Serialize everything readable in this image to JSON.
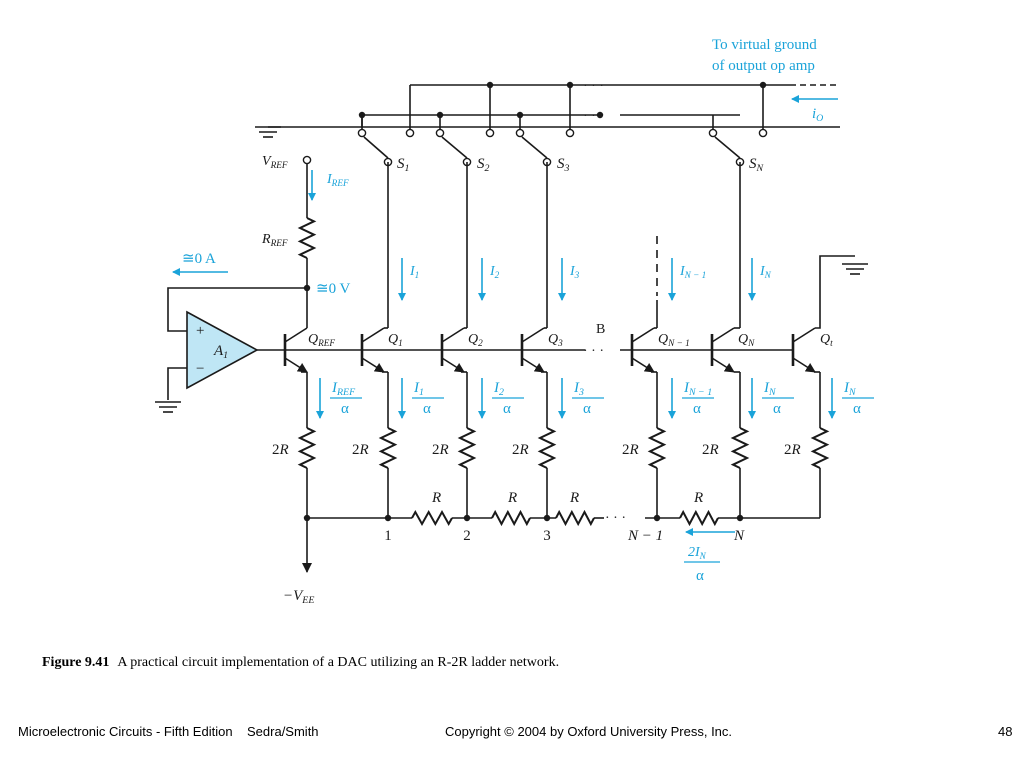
{
  "labels": {
    "to_virtual_ground_1": "To virtual ground",
    "to_virtual_ground_2": "of output op amp",
    "vref": "V",
    "vref_sub": "REF",
    "iref": "I",
    "iref_sub": "REF",
    "rref": "R",
    "rref_sub": "REF",
    "approx_0a": "≅0 A",
    "approx_0v": "≅0 V",
    "qref": "Q",
    "qref_sub": "REF",
    "a1": "A",
    "a1_sub": "1",
    "plus": "+",
    "minus": "−",
    "node_b": "B",
    "vee": "−V",
    "vee_sub": "EE",
    "alpha": "α",
    "two_r": "2R",
    "r": "R",
    "io": "i",
    "io_sub": "O",
    "dots": "· · ·",
    "ladder_current_num": "2I",
    "ladder_current_sub": "N"
  },
  "switches": [
    "S1",
    "S2",
    "S3",
    "SN"
  ],
  "switch_labels": [
    {
      "main": "S",
      "sub": "1"
    },
    {
      "main": "S",
      "sub": "2"
    },
    {
      "main": "S",
      "sub": "3"
    },
    {
      "main": "S",
      "sub": "N"
    }
  ],
  "currents": [
    {
      "main": "I",
      "sub": "1"
    },
    {
      "main": "I",
      "sub": "2"
    },
    {
      "main": "I",
      "sub": "3"
    },
    {
      "main": "I",
      "sub": "N − 1"
    },
    {
      "main": "I",
      "sub": "N"
    }
  ],
  "transistors": [
    {
      "main": "Q",
      "sub": "1"
    },
    {
      "main": "Q",
      "sub": "2"
    },
    {
      "main": "Q",
      "sub": "3"
    },
    {
      "main": "Q",
      "sub": "N − 1"
    },
    {
      "main": "Q",
      "sub": "N"
    },
    {
      "main": "Q",
      "sub": "t"
    }
  ],
  "emitter_currents": [
    {
      "main": "I",
      "sub": "REF"
    },
    {
      "main": "I",
      "sub": "1"
    },
    {
      "main": "I",
      "sub": "2"
    },
    {
      "main": "I",
      "sub": "3"
    },
    {
      "main": "I",
      "sub": "N − 1"
    },
    {
      "main": "I",
      "sub": "N"
    },
    {
      "main": "I",
      "sub": "N"
    }
  ],
  "nodes": [
    "1",
    "2",
    "3",
    "N − 1",
    "N"
  ],
  "caption": {
    "figure": "Figure 9.41",
    "text": "A practical circuit implementation of a DAC utilizing an R-2R ladder network."
  },
  "footer": {
    "left": "Microelectronic Circuits - Fifth Edition    Sedra/Smith",
    "center": "Copyright © 2004 by Oxford University Press, Inc.",
    "right": "48"
  },
  "colors": {
    "wire": "#1a1a1a",
    "annotation": "#1aa3d9",
    "opamp_fill": "#bfe6f5"
  }
}
